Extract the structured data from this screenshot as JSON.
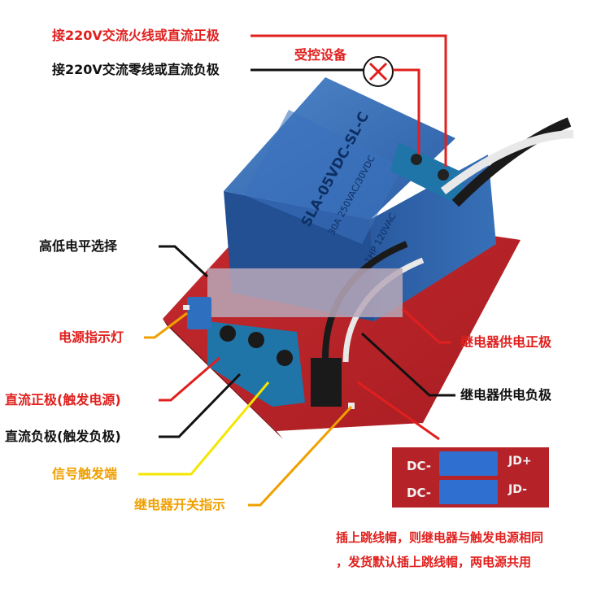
{
  "labels": {
    "live_ac_dc_plus": "接220V交流火线或直流正极",
    "neutral_ac_dc_minus": "接220V交流零线或直流负极",
    "controlled_device": "受控设备",
    "level_select": "高低电平选择",
    "power_indicator": "电源指示灯",
    "dc_plus_trigger": "直流正极(触发电源)",
    "dc_minus_trigger": "直流负极(触发负极)",
    "signal_trigger": "信号触发端",
    "relay_switch_indicator": "继电器开关指示",
    "relay_supply_plus": "继电器供电正极",
    "relay_supply_minus": "继电器供电负极"
  },
  "relay_text": {
    "model": "SLA-05VDC-SL-C",
    "rating": "30A 250VAC/30VDC",
    "hp": "1HP 120VAC"
  },
  "inset": {
    "dc_top": "DC-",
    "dc_bottom": "DC-",
    "jd_plus": "JD+",
    "jd_minus": "JD-"
  },
  "note": {
    "line1": "插上跳线帽，则继电器与触发电源相同",
    "line2": "，发货默认插上跳线帽，两电源共用"
  },
  "colors": {
    "red": "#e0201e",
    "black": "#111111",
    "orange": "#f0a000",
    "yellow": "#f5e600",
    "relay_blue": "#2f64ad",
    "pcb_red": "#c8232a",
    "terminal_blue": "#1f74a8"
  }
}
